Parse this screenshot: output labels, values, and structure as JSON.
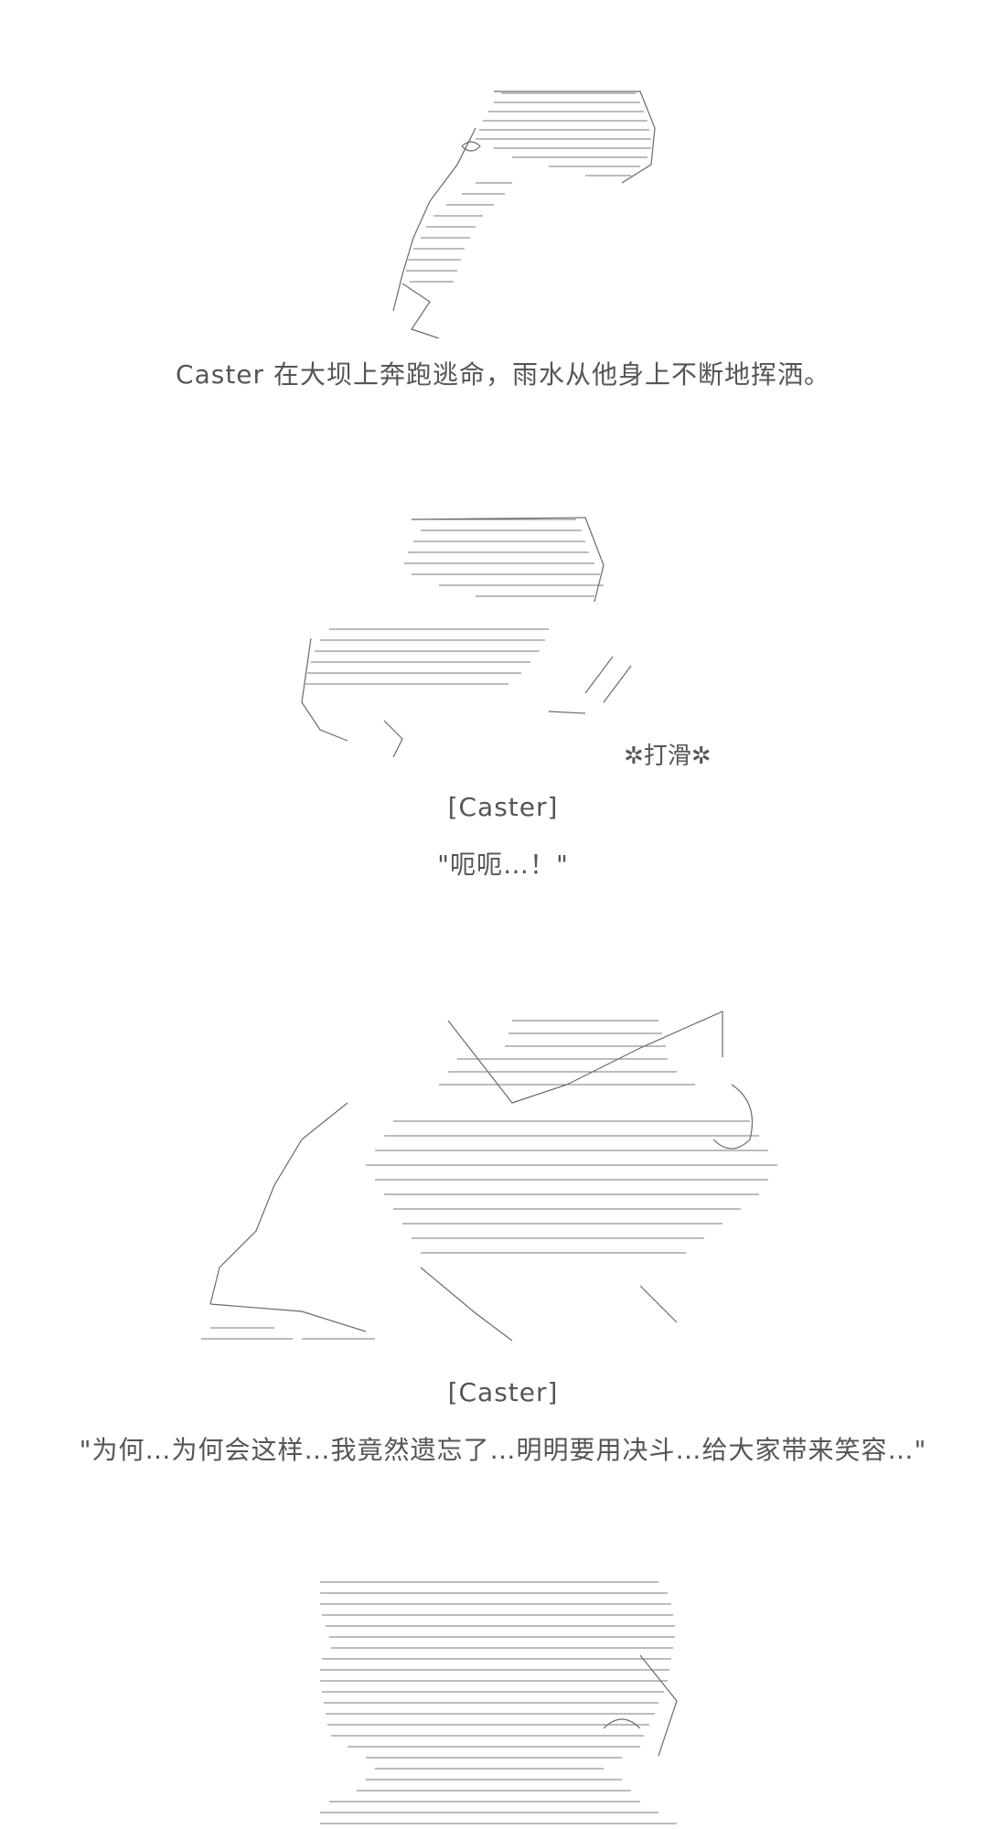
{
  "panels": [
    {
      "caption": "Caster 在大坝上奔跑逃命，雨水从他身上不断地挥洒。"
    },
    {
      "sfx": "✲打滑✲",
      "speaker": "[Caster]",
      "dialogue": "\"呃呃…！\""
    },
    {
      "speaker": "[Caster]",
      "dialogue": "\"为何…为何会这样…我竟然遗忘了…明明要用决斗…给大家带来笑容…\""
    }
  ]
}
